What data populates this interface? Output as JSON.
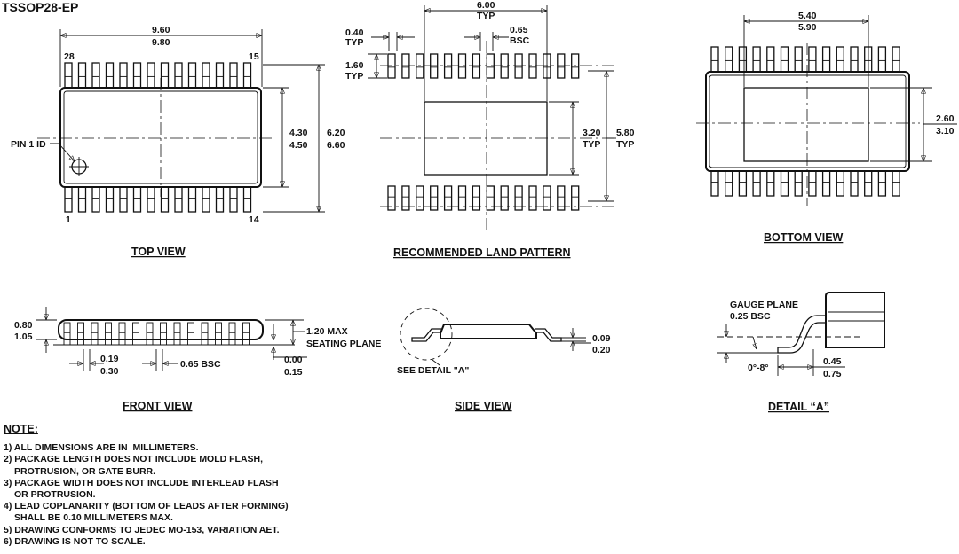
{
  "title": "TSSOP28-EP",
  "views": {
    "top": {
      "caption": "TOP VIEW",
      "pin_labels": {
        "p28": "28",
        "p15": "15",
        "p1": "1",
        "p14": "14"
      },
      "pin1_label": "PIN 1 ID",
      "length": {
        "min": "9.60",
        "max": "9.80"
      },
      "width": {
        "min": "4.30",
        "max": "4.50"
      },
      "overall_width": {
        "min": "6.20",
        "max": "6.60"
      }
    },
    "land": {
      "caption": "RECOMMENDED LAND PATTERN",
      "span": {
        "value": "6.00",
        "note": "TYP"
      },
      "pad_width": {
        "value": "0.40",
        "note": "TYP"
      },
      "pitch": {
        "value": "0.65",
        "note": "BSC"
      },
      "pad_length": {
        "value": "1.60",
        "note": "TYP"
      },
      "pad_gap": {
        "value": "3.20",
        "note": "TYP"
      },
      "outer": {
        "value": "5.80",
        "note": "TYP"
      }
    },
    "bottom": {
      "caption": "BOTTOM VIEW",
      "pad_length": {
        "min": "5.40",
        "max": "5.90"
      },
      "pad_width": {
        "min": "2.60",
        "max": "3.10"
      }
    },
    "front": {
      "caption": "FRONT VIEW",
      "body": {
        "min": "0.80",
        "max": "1.05"
      },
      "height": "1.20 MAX",
      "seating": "SEATING PLANE",
      "lead_width": {
        "min": "0.19",
        "max": "0.30"
      },
      "pitch": "0.65 BSC",
      "standoff": {
        "min": "0.00",
        "max": "0.15"
      }
    },
    "side": {
      "caption": "SIDE VIEW",
      "see_detail": "SEE DETAIL \"A\"",
      "lead_thickness": {
        "min": "0.09",
        "max": "0.20"
      }
    },
    "detail": {
      "caption": "DETAIL “A”",
      "gauge": "GAUGE PLANE",
      "gauge_value": "0.25 BSC",
      "angle": "0°-8°",
      "foot": {
        "min": "0.45",
        "max": "0.75"
      }
    }
  },
  "notes": {
    "header": "NOTE:",
    "items": [
      "1) ALL DIMENSIONS ARE IN  MILLIMETERS.",
      "2) PACKAGE LENGTH DOES NOT INCLUDE MOLD FLASH,",
      "PROTRUSION, OR GATE BURR.",
      "3) PACKAGE WIDTH DOES NOT INCLUDE INTERLEAD FLASH",
      "OR PROTRUSION.",
      "4) LEAD COPLANARITY (BOTTOM OF LEADS AFTER FORMING)",
      "SHALL BE 0.10 MILLIMETERS MAX.",
      "5) DRAWING CONFORMS TO JEDEC MO-153, VARIATION AET.",
      "6) DRAWING IS NOT TO SCALE."
    ]
  }
}
